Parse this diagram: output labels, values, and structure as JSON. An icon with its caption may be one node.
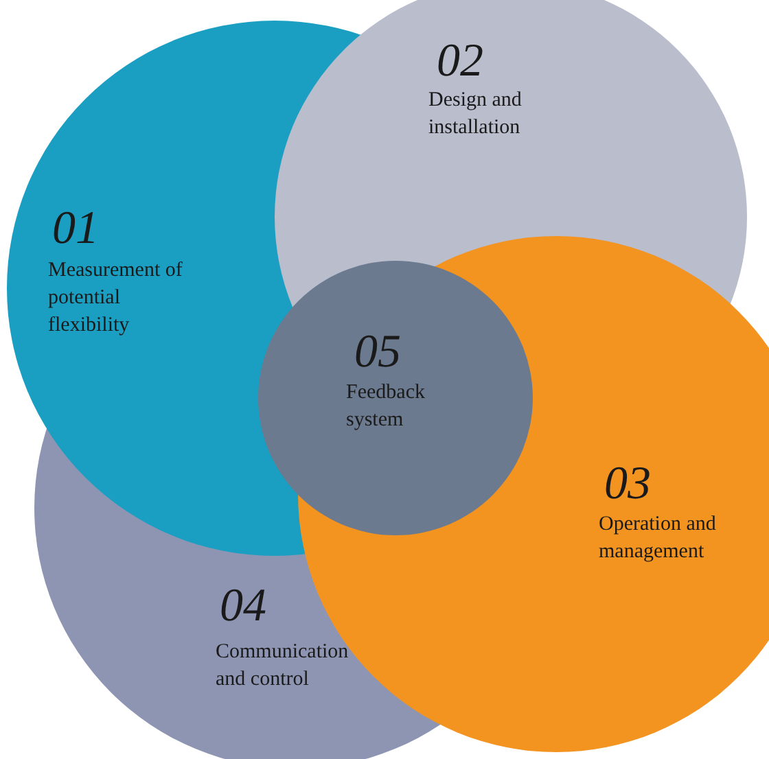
{
  "diagram": {
    "nodes": [
      {
        "text": [
          "01",
          "Measurement of potential flexibility"
        ]
      },
      {
        "text": [
          "02",
          "Design and installation"
        ]
      },
      {
        "text": [
          "03",
          "Operation and management"
        ]
      },
      {
        "text": [
          "04",
          "Communication and control"
        ]
      },
      {
        "text": [
          "05",
          "Feedback system"
        ]
      }
    ]
  }
}
